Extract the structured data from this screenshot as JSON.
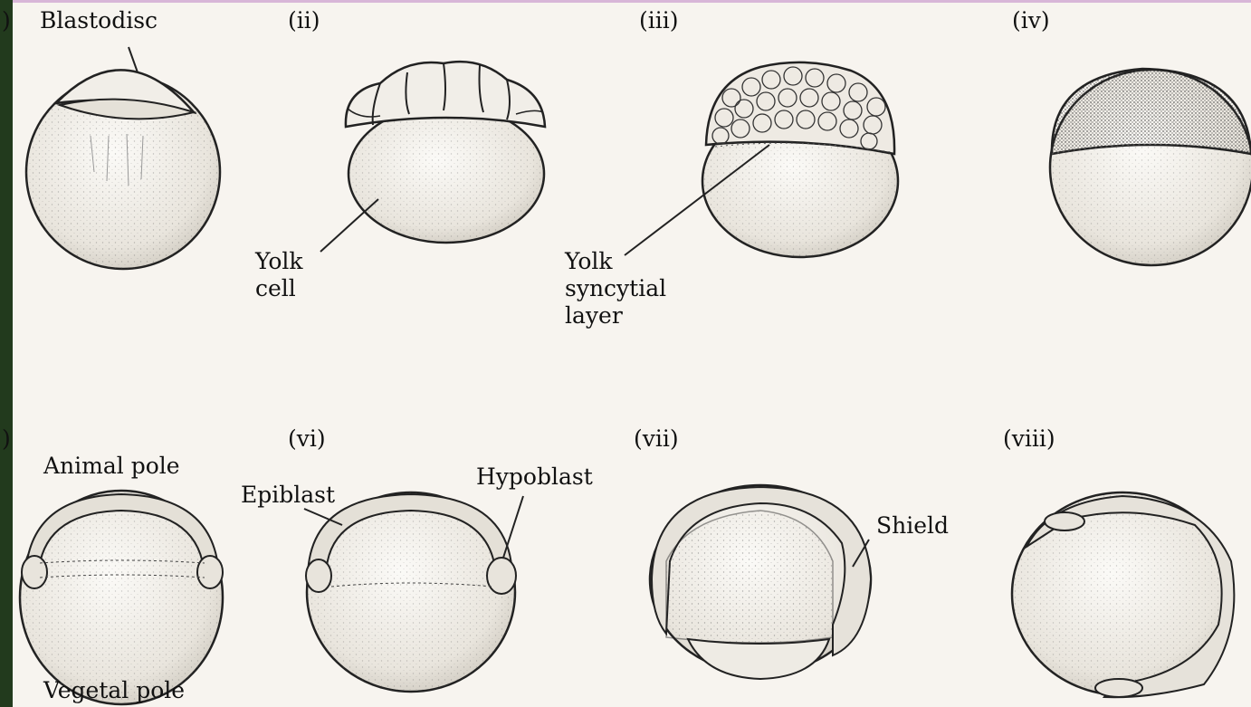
{
  "panels": [
    {
      "id": "i",
      "label": ")",
      "annotations": [
        "Blastodisc"
      ]
    },
    {
      "id": "ii",
      "label": "(ii)",
      "annotations": [
        "Yolk\ncell"
      ]
    },
    {
      "id": "iii",
      "label": "(iii)",
      "annotations": [
        "Yolk\nsyncytial\nlayer"
      ]
    },
    {
      "id": "iv",
      "label": "(iv)",
      "annotations": []
    },
    {
      "id": "v",
      "label": ")",
      "annotations": [
        "Animal pole",
        "Vegetal pole"
      ]
    },
    {
      "id": "vi",
      "label": "(vi)",
      "annotations": [
        "Epiblast",
        "Hypoblast"
      ]
    },
    {
      "id": "vii",
      "label": "(vii)",
      "annotations": [
        "Shield"
      ]
    },
    {
      "id": "viii",
      "label": "(viii)",
      "annotations": []
    }
  ],
  "colors": {
    "frame": "#223a1d",
    "background": "#f7f4ef",
    "ink": "#1a1a1a",
    "accent_edge": "#d8b6d8"
  }
}
